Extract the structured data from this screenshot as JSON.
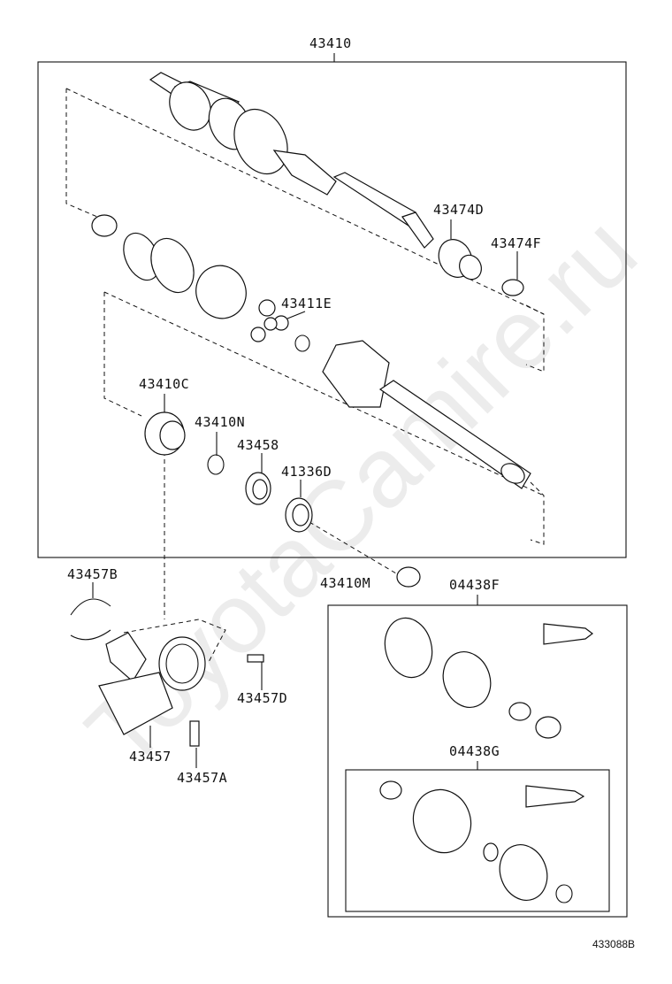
{
  "watermark": "ToyotaCamire.ru",
  "figure_ref": "433088B",
  "parts": {
    "p43410": "43410",
    "p43474D": "43474D",
    "p43474F": "43474F",
    "p43411E": "43411E",
    "p43410C": "43410C",
    "p43410N": "43410N",
    "p43458": "43458",
    "p41336D": "41336D",
    "p43410M": "43410M",
    "p43457B": "43457B",
    "p43457D": "43457D",
    "p43457": "43457",
    "p43457A": "43457A",
    "p04438F": "04438F",
    "p04438G": "04438G"
  }
}
